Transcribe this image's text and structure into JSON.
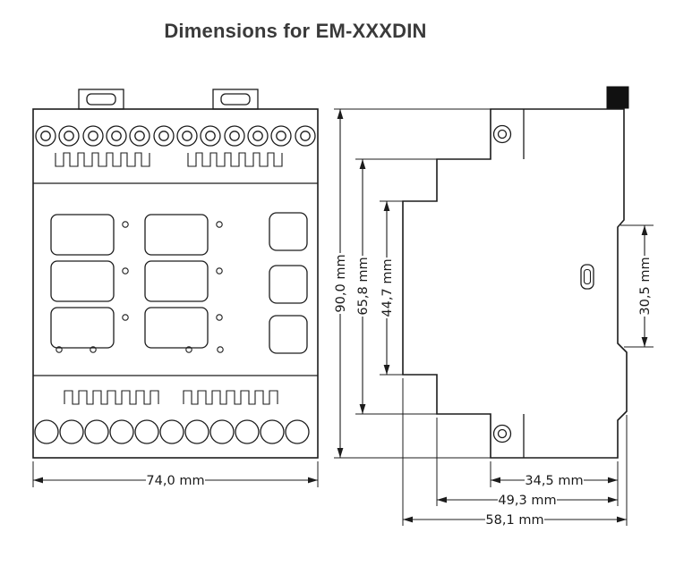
{
  "title": "Dimensions for EM-XXXDIN",
  "dimensions": {
    "front_width": "74,0 mm",
    "total_height": "90,0 mm",
    "body_height": "65,8 mm",
    "front_panel_height": "44,7 mm",
    "din_clip_height": "30,5 mm",
    "depth_to_terminals": "34,5 mm",
    "depth_mid": "49,3 mm",
    "depth_total": "58,1 mm"
  }
}
